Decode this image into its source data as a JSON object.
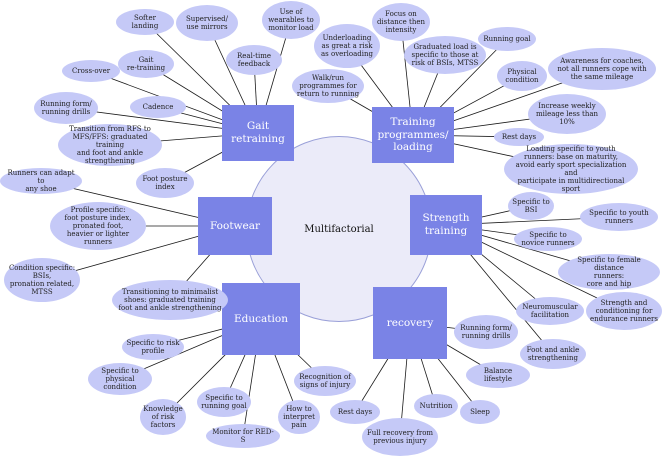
{
  "center": "Multifactorial",
  "hubs": {
    "gait": "Gait\nretraining",
    "training": "Training\nprogrammes/\nloading",
    "footwear": "Footwear",
    "strength": "Strength\ntraining",
    "education": "Education",
    "recovery": "recovery"
  },
  "gait_items": [
    "Softer landing",
    "Supervised/\nuse mirrors",
    "Use of\nwearables to\nmonitor load",
    "Gait\nre-training",
    "Real-time\nfeedback",
    "Cross-over",
    "Running form/\nrunning drills",
    "Cadence",
    "Transition from RFS to\nMFS/FFS: graduated training\nand foot and ankle\nstrengthening",
    "Foot posture\nindex"
  ],
  "training_items": [
    "Underloading\nas great a risk\nas overloading",
    "Focus on\ndistance then\nintensity",
    "Graduated load is\nspecific to those at\nrisk of BSIs, MTSS",
    "Running goal",
    "Awareness for coaches,\nnot all runners cope with\nthe same mileage",
    "Walk/run\nprogrammes for\nreturn to running",
    "Physical\ncondition",
    "Increase weekly\nmileage less than\n10%",
    "Rest days",
    "Loading specific to youth\nrunners: base on maturity,\navoid early sport specialization and\nparticipate in multidirectional\nsport"
  ],
  "footwear_items": [
    "Runners can adapt to\nany shoe",
    "Profile specific:\nfoot posture index,\npronated foot,\nheavier or lighter runners",
    "Condition specific:\nBSIs,\npronation related,\nMTSS",
    "Transitioning to minimalist\nshoes: graduated training\nfoot and ankle strengthening"
  ],
  "strength_items": [
    "Specific to\nBSI",
    "Specific to youth\nrunners",
    "Specific to\nnovice runners",
    "Specific to female distance\nrunners:\ncore and hip",
    "Neuromuscular\nfacilitation",
    "Strength and\nconditioning for\nendurance runners",
    "Foot and ankle\nstrengthening"
  ],
  "education_items": [
    "Specific to risk\nprofile",
    "Specific to\nphysical\ncondition",
    "Recognition of\nsigns of injury",
    "Knowledge\nof risk\nfactors",
    "Specific to\nrunning goal",
    "How to\ninterpret\npain",
    "Monitor for RED-S"
  ],
  "recovery_items": [
    "Running form/\nrunning drills",
    "Balance lifestyle",
    "Rest days",
    "Nutrition",
    "Sleep",
    "Full recovery from\nprevious injury"
  ],
  "colors": {
    "hub": "#7a83e6",
    "node": "#c5c9f7",
    "center": "#ebebf9",
    "line": "#1a1a1a"
  }
}
